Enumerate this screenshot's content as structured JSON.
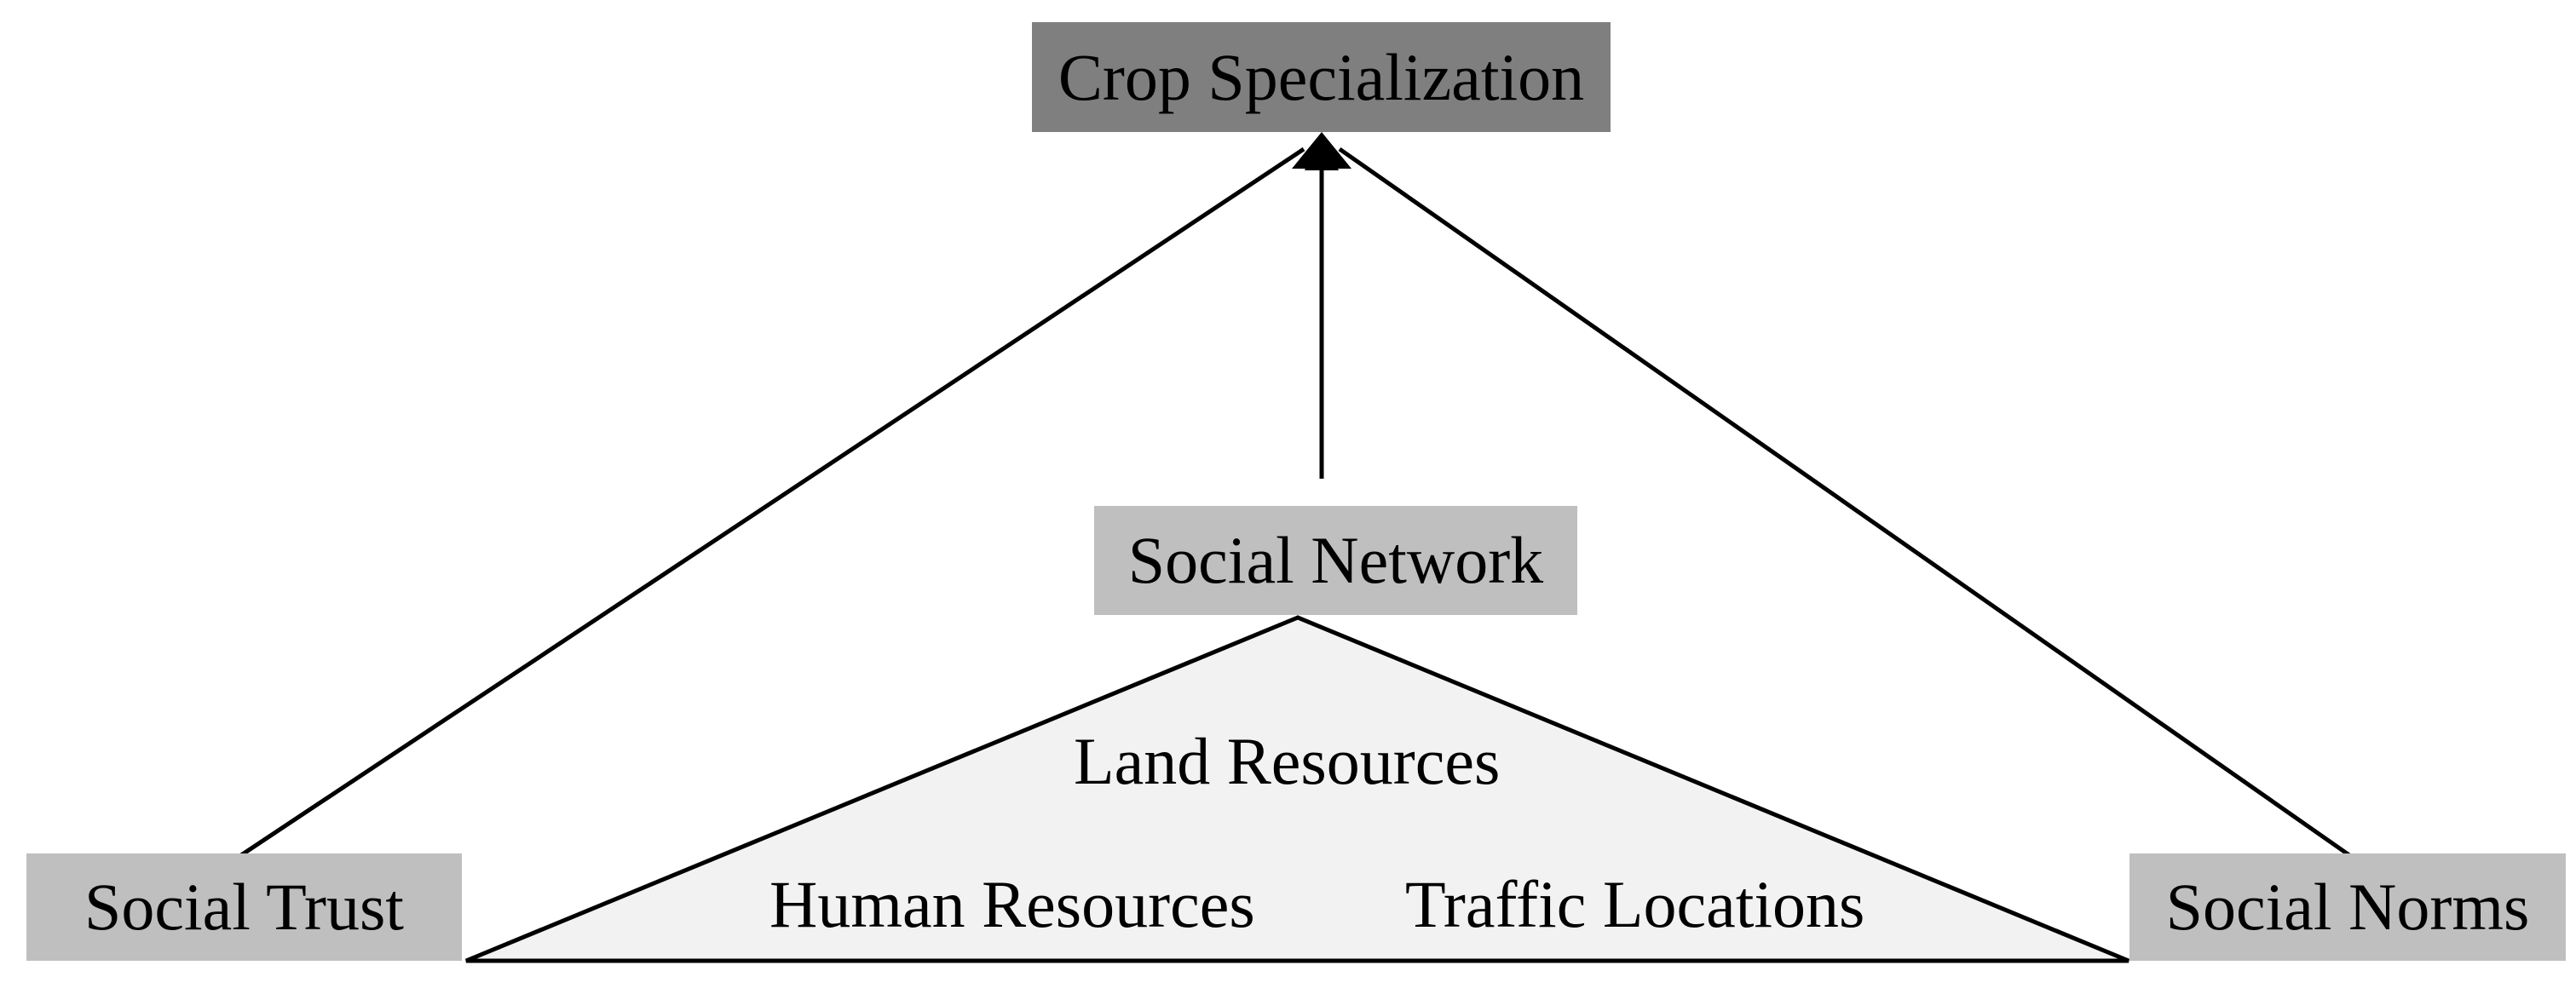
{
  "nodes": {
    "crop_specialization": "Crop Specialization",
    "social_network": "Social Network",
    "social_trust": "Social Trust",
    "social_norms": "Social Norms"
  },
  "triangle": {
    "land_resources": "Land Resources",
    "human_resources": "Human Resources",
    "traffic_locations": "Traffic Locations"
  },
  "colors": {
    "top_box": "#7f7f7f",
    "side_box": "#bfbfbf",
    "triangle_fill": "#f2f2f2",
    "line": "#000000"
  }
}
